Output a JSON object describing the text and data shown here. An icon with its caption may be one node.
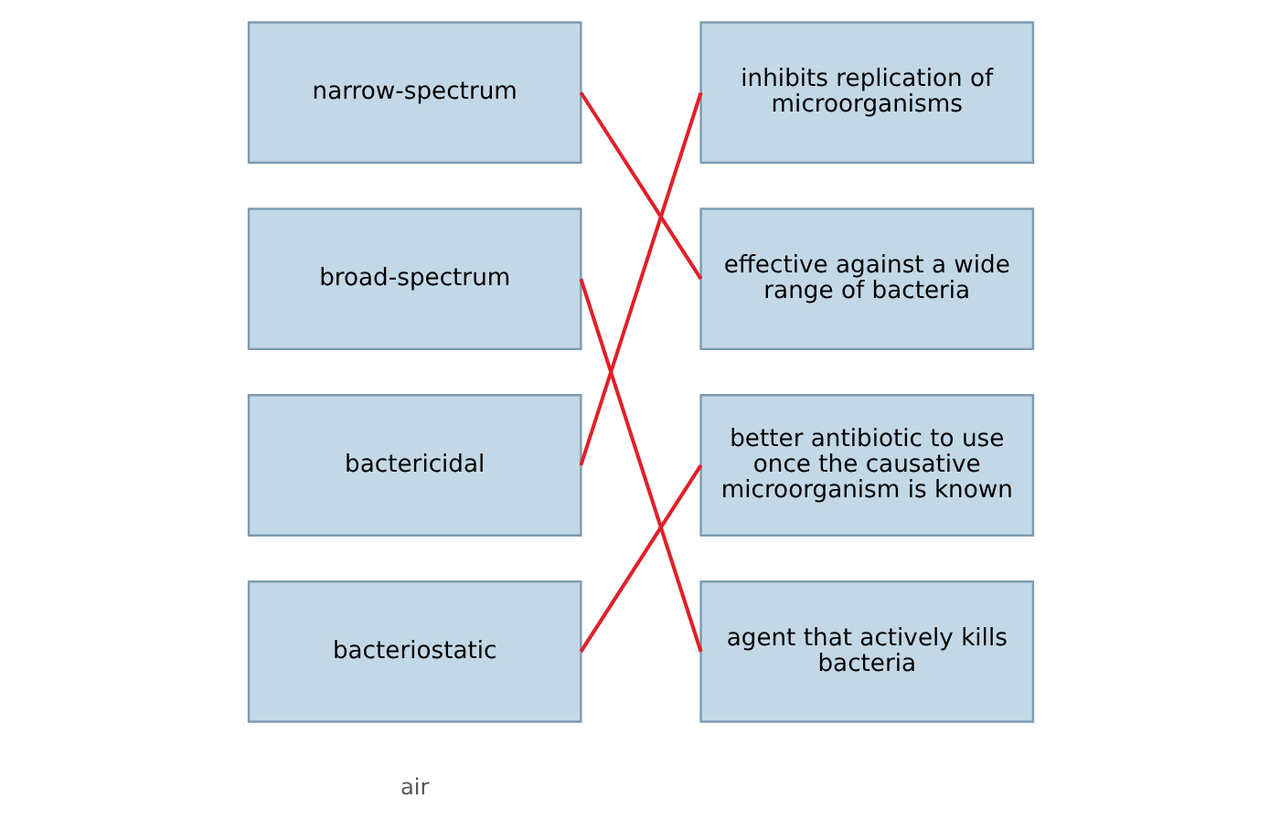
{
  "diagram": {
    "nodes": [
      {
        "text": [
          "narrow-spectrum"
        ]
      },
      {
        "text": [
          "inhibits replication of microorganisms"
        ]
      },
      {
        "text": [
          "broad-spectrum"
        ]
      },
      {
        "text": [
          "effective against a wide range of bacteria"
        ]
      },
      {
        "text": [
          "bactericidal"
        ]
      },
      {
        "text": [
          "better antibiotic to use once the causative microorganism is known"
        ]
      },
      {
        "text": [
          "bacteriostatic"
        ]
      },
      {
        "text": [
          "agent that actively kills bacteria"
        ]
      }
    ],
    "edges": [
      {
        "from": 0,
        "to": 3,
        "arrow": "none"
      },
      {
        "from": 2,
        "to": 7,
        "arrow": "none"
      },
      {
        "from": 4,
        "to": 1,
        "arrow": "none"
      },
      {
        "from": 6,
        "to": 5,
        "arrow": "none"
      }
    ],
    "labels": [
      "air"
    ]
  }
}
